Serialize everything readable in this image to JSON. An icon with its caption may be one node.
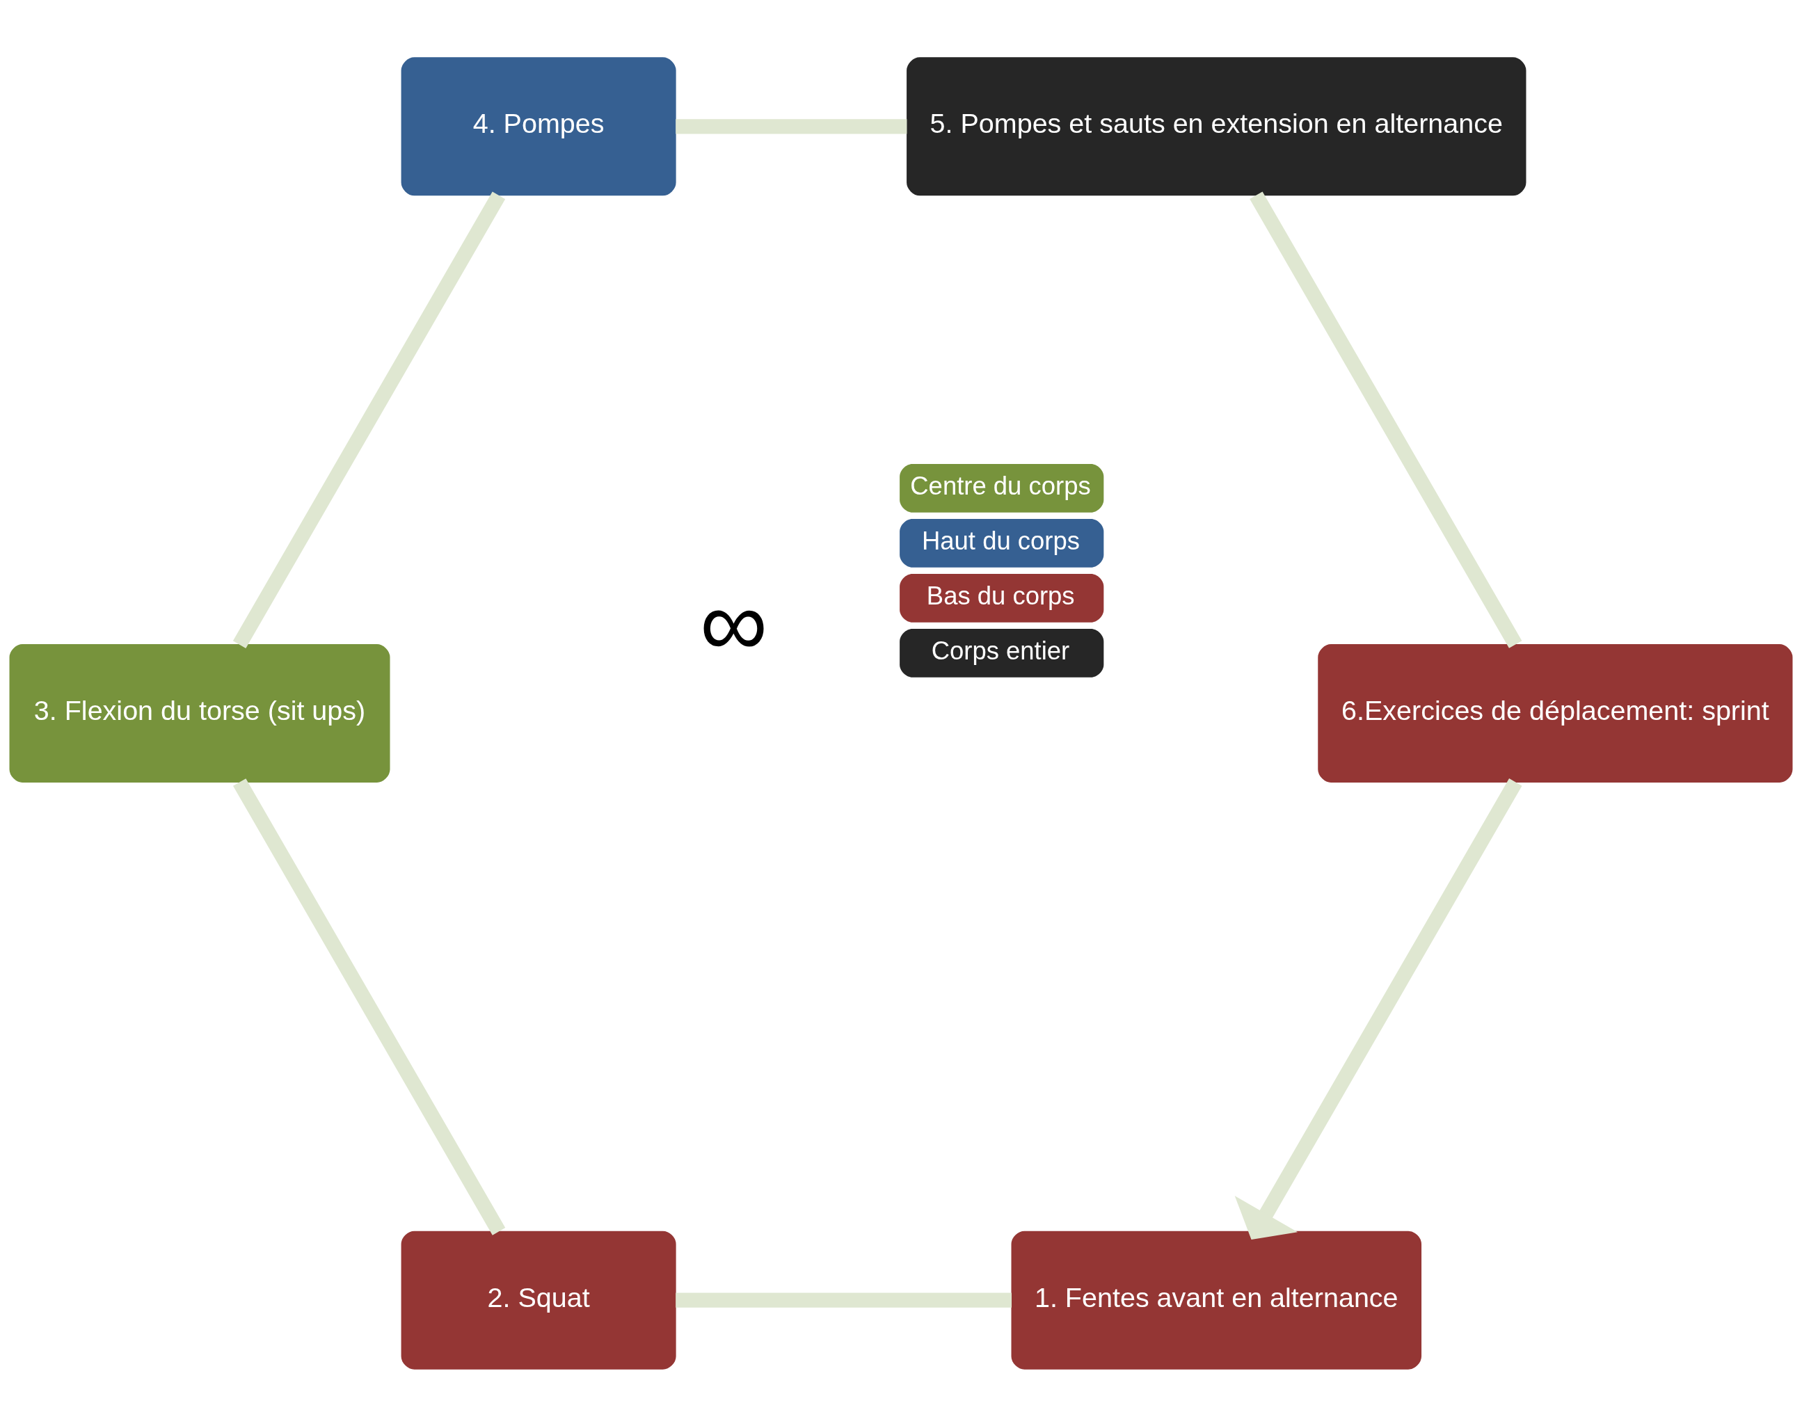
{
  "diagram": {
    "nodes": [
      {
        "text": [
          "1. Fentes avant en alternance"
        ]
      },
      {
        "text": [
          "2. Squat"
        ]
      },
      {
        "text": [
          "3. Flexion du torse (sit ups)"
        ]
      },
      {
        "text": [
          "4. Pompes"
        ]
      },
      {
        "text": [
          "5. Pompes et sauts en extension en alternance"
        ]
      },
      {
        "text": [
          "6.Exercices de déplacement: sprint"
        ]
      }
    ],
    "edges": [
      {
        "from": 0,
        "to": 1,
        "arrow": "none"
      },
      {
        "from": 1,
        "to": 2,
        "arrow": "none"
      },
      {
        "from": 2,
        "to": 3,
        "arrow": "none"
      },
      {
        "from": 3,
        "to": 4,
        "arrow": "none"
      },
      {
        "from": 4,
        "to": 5,
        "arrow": "none"
      },
      {
        "from": 5,
        "to": 0,
        "arrow": "to"
      }
    ],
    "labels": [
      "∞"
    ],
    "legend": [
      {
        "text": "Centre du corps",
        "color": "#77933c"
      },
      {
        "text": "Haut du corps",
        "color": "#366092"
      },
      {
        "text": "Bas du corps",
        "color": "#943634"
      },
      {
        "text": "Corps entier",
        "color": "#262626"
      }
    ]
  }
}
